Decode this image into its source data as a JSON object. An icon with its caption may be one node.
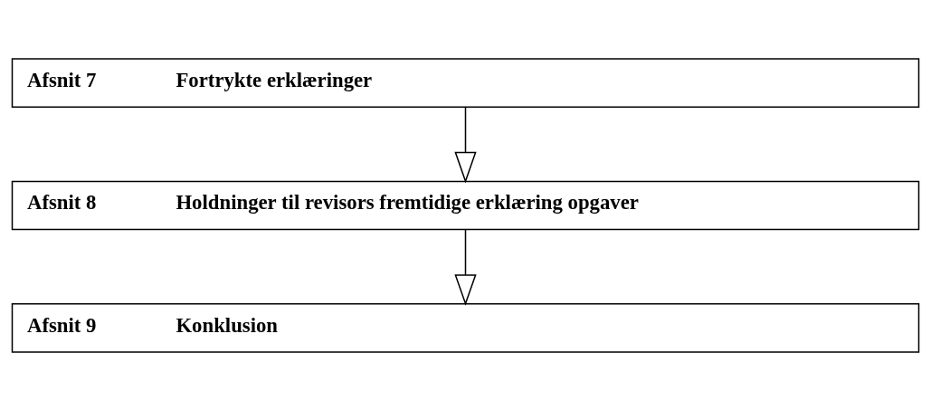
{
  "diagram": {
    "nodes": [
      {
        "text": [
          "Afsnit 7",
          "Fortrykte erklæringer"
        ]
      },
      {
        "text": [
          "Afsnit 8",
          "Holdninger til revisors fremtidige erklæring opgaver"
        ]
      },
      {
        "text": [
          "Afsnit 9",
          "Konklusion"
        ]
      }
    ],
    "edges": [
      {
        "from": 0,
        "to": 1,
        "arrow": "to"
      },
      {
        "from": 1,
        "to": 2,
        "arrow": "to"
      }
    ]
  }
}
